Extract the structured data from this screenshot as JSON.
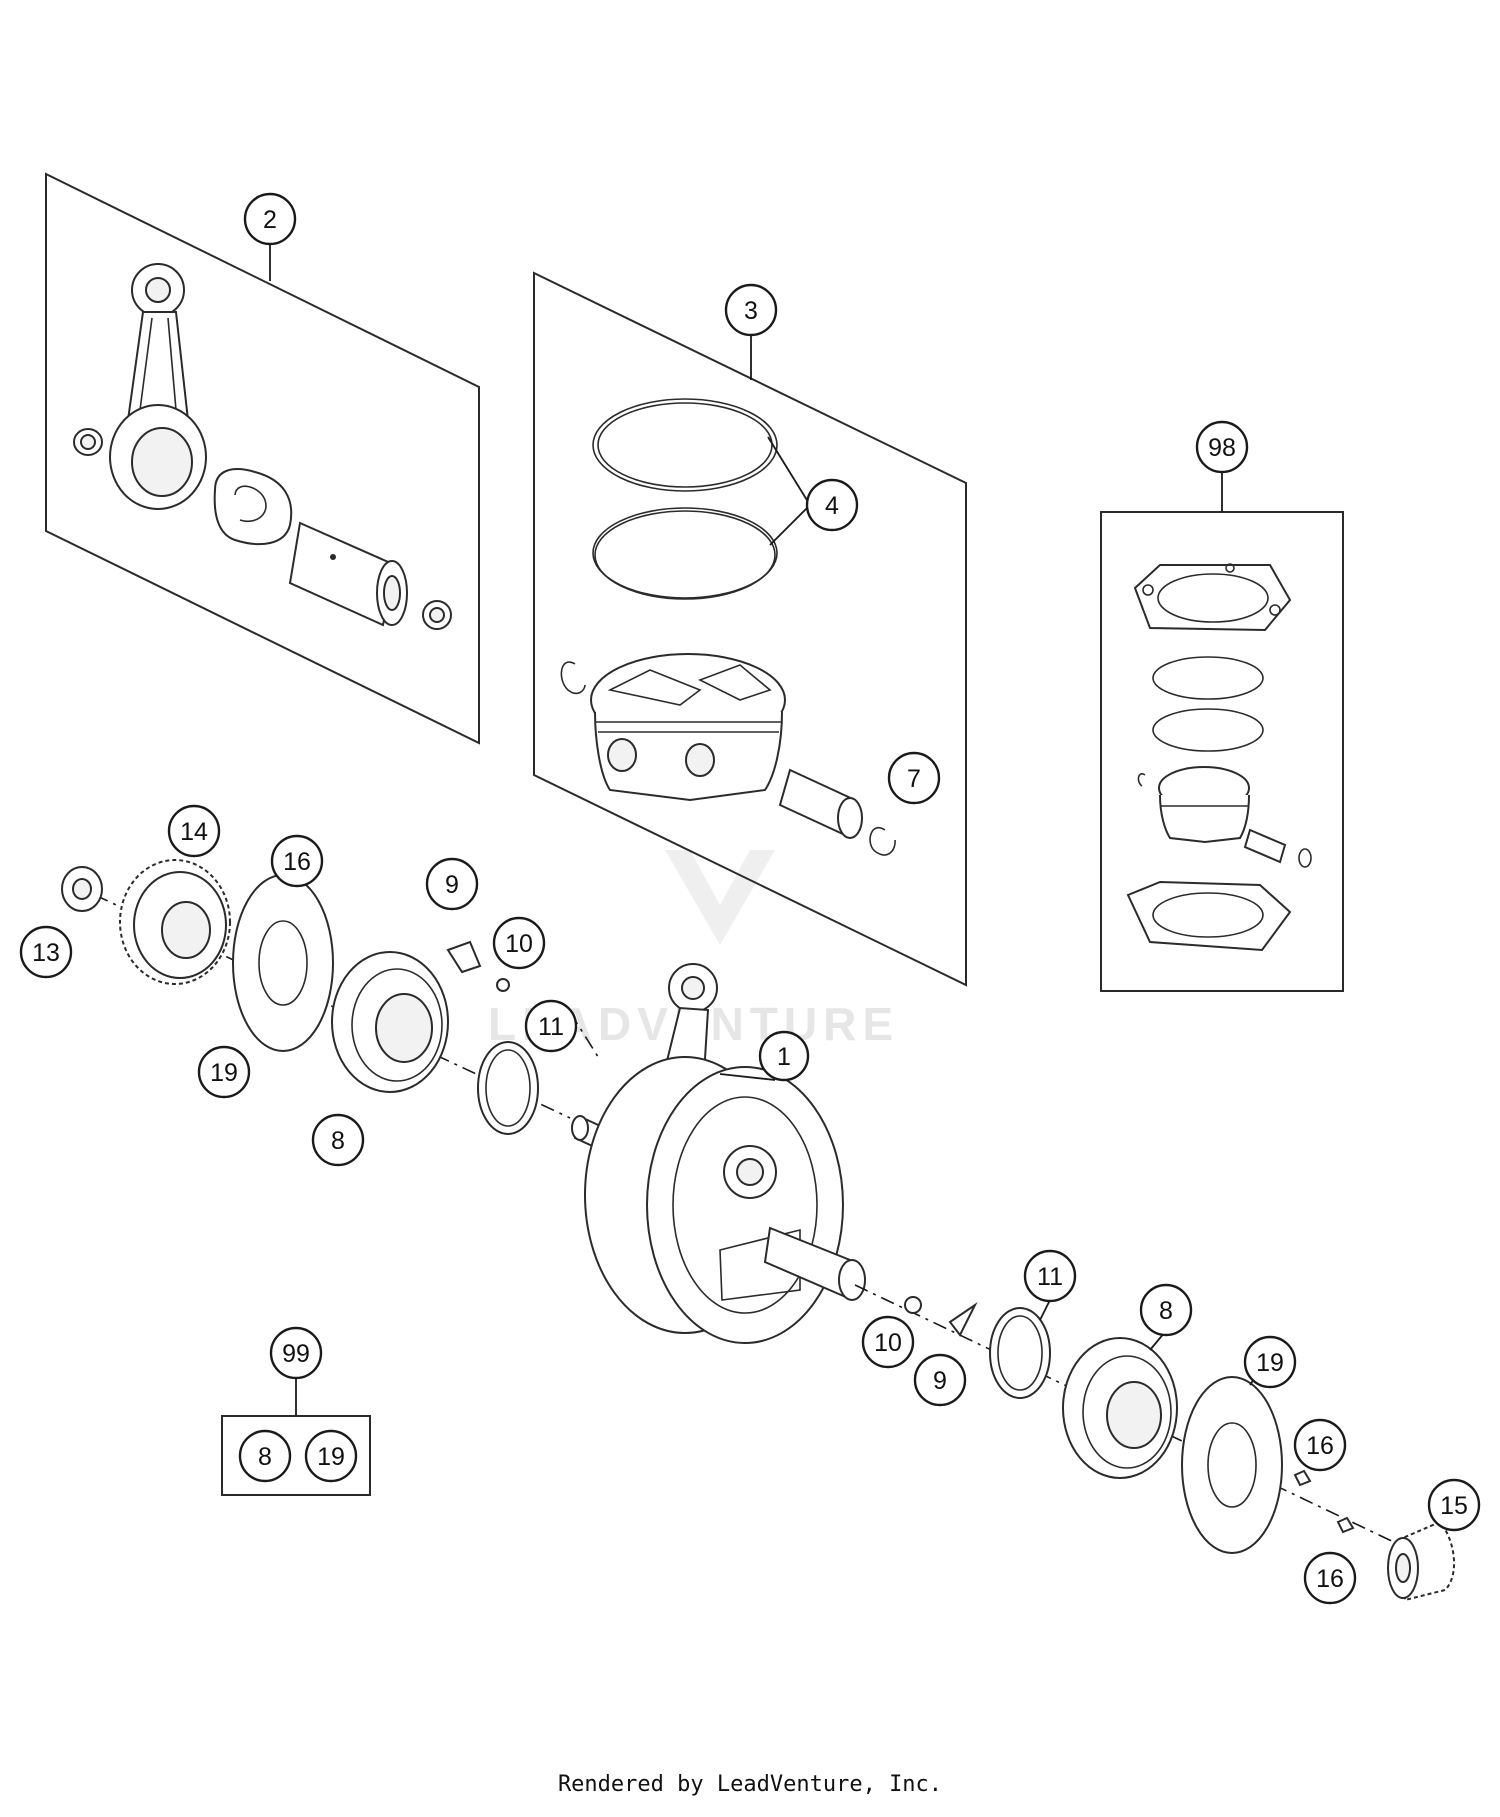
{
  "callouts": {
    "c1": "1",
    "c2": "2",
    "c3": "3",
    "c4": "4",
    "c7": "7",
    "c8a": "8",
    "c8b": "8",
    "c8c": "8",
    "c9a": "9",
    "c9b": "9",
    "c10a": "10",
    "c10b": "10",
    "c11a": "11",
    "c11b": "11",
    "c13": "13",
    "c14": "14",
    "c15": "15",
    "c16a": "16",
    "c16b": "16",
    "c16c": "16",
    "c19a": "19",
    "c19b": "19",
    "c19c": "19",
    "c98": "98",
    "c99": "99"
  },
  "watermark": {
    "text": "LEADVENTURE",
    "color": "#e6e6e6"
  },
  "footer": {
    "text": "Rendered by LeadVenture, Inc."
  },
  "colors": {
    "line": "#2b2b2b",
    "background": "#ffffff"
  }
}
